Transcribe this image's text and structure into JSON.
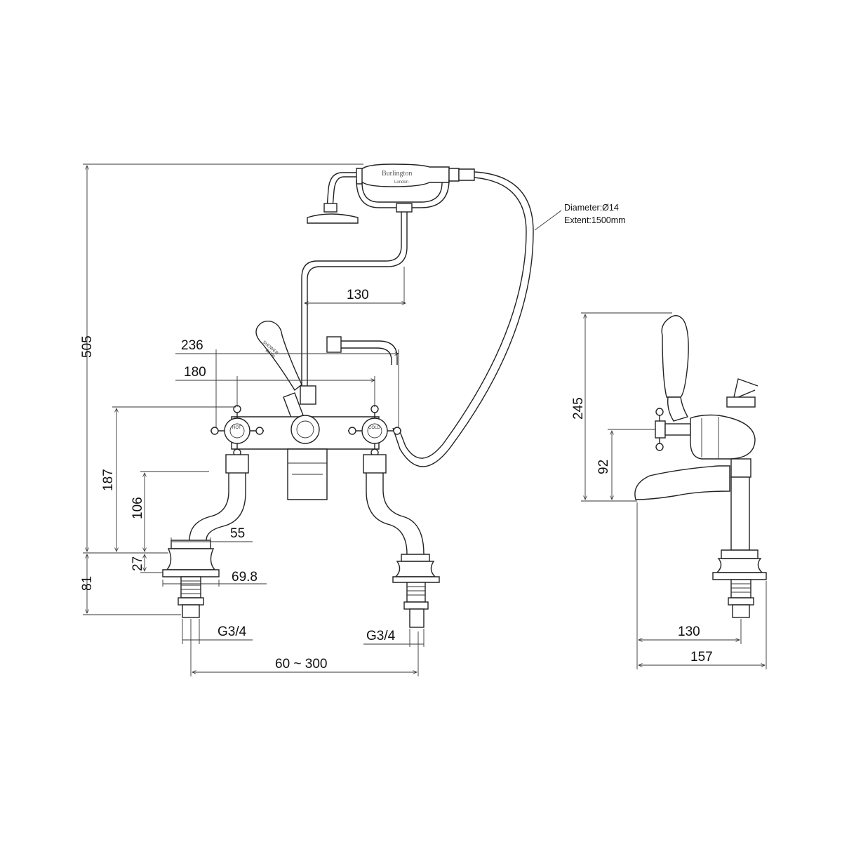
{
  "diagram": {
    "front_view": {
      "dims": {
        "total_height": "505",
        "handshower_offset": "130",
        "width_236": "236",
        "width_180": "180",
        "height_187": "187",
        "height_106": "106",
        "leg_55": "55",
        "flange_27": "27",
        "flange_69_8": "69.8",
        "shank_81": "81",
        "thread_left": "G3/4",
        "thread_right": "G3/4",
        "centres": "60 ~ 300"
      },
      "hose_note": {
        "diameter": "Diameter:Ø14",
        "extent": "Extent:1500mm"
      },
      "handset_brand": "Burlington",
      "handset_sub": "London",
      "diverter_label_1": "SHOWER",
      "diverter_label_2": "BATH",
      "hot_label": "HOT",
      "cold_label": "COLD"
    },
    "side_view": {
      "dims": {
        "height_245": "245",
        "height_92": "92",
        "projection_130": "130",
        "projection_157": "157"
      }
    }
  }
}
